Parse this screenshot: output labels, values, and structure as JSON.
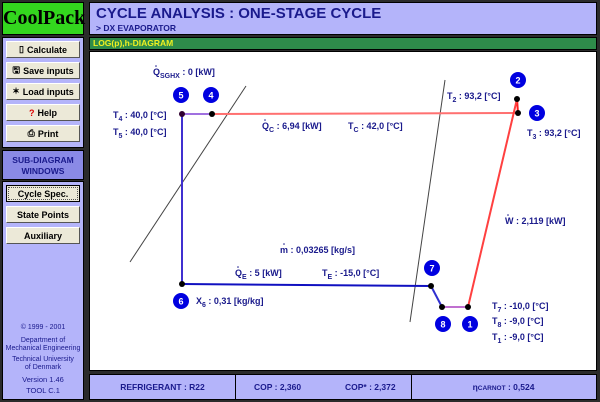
{
  "app": {
    "logo": "CoolPack"
  },
  "sidebar": {
    "buttons": [
      {
        "label": "Calculate",
        "icon": "calculator-icon"
      },
      {
        "label": "Save inputs",
        "icon": "save-icon"
      },
      {
        "label": "Load inputs",
        "icon": "load-icon"
      },
      {
        "label": "Help",
        "icon": "help-icon"
      },
      {
        "label": "Print",
        "icon": "printer-icon"
      }
    ],
    "sub_header_1": "SUB-DIAGRAM",
    "sub_header_2": "WINDOWS",
    "sub_buttons": [
      {
        "label": "Cycle Spec.",
        "selected": true
      },
      {
        "label": "State Points"
      },
      {
        "label": "Auxiliary"
      }
    ],
    "credits": [
      "© 1999 - 2001",
      "Department of",
      "Mechanical Engineering",
      "Technical University",
      "of Denmark",
      "Version 1.46",
      "TOOL C.1"
    ]
  },
  "header": {
    "title": "CYCLE ANALYSIS : ONE-STAGE CYCLE",
    "subtitle": "> DX EVAPORATOR"
  },
  "diagram": {
    "title": "LOG(p),h-DIAGRAM",
    "points": [
      "1",
      "2",
      "3",
      "4",
      "5",
      "6",
      "7",
      "8"
    ],
    "labels": {
      "qsghx": {
        "sym": "Q",
        "sub": "SGHX",
        "val": " : 0 [kW]"
      },
      "t4": {
        "sym": "T",
        "sub": "4",
        "val": " :  40,0 [°C]"
      },
      "t5": {
        "sym": "T",
        "sub": "5",
        "val": " :  40,0 [°C]"
      },
      "qc": {
        "sym": "Q",
        "sub": "C",
        "val": " : 6,94 [kW]"
      },
      "tc": {
        "sym": "T",
        "sub": "C",
        "val": " : 42,0 [°C]"
      },
      "t2": {
        "sym": "T",
        "sub": "2",
        "val": " :  93,2 [°C]"
      },
      "t3": {
        "sym": "T",
        "sub": "3",
        "val": " :  93,2 [°C]"
      },
      "w": {
        "sym": "W",
        "sub": "",
        "val": " :  2,119 [kW]"
      },
      "m": {
        "sym": "m",
        "sub": "",
        "val": " :  0,03265 [kg/s]"
      },
      "qe": {
        "sym": "Q",
        "sub": "E",
        "val": " : 5 [kW]"
      },
      "te": {
        "sym": "T",
        "sub": "E",
        "val": " : -15,0 [°C]"
      },
      "x6": {
        "sym": "X",
        "sub": "6",
        "val": " : 0,31 [kg/kg]"
      },
      "t7": {
        "sym": "T",
        "sub": "7",
        "val": " :  -10,0 [°C]"
      },
      "t8": {
        "sym": "T",
        "sub": "8",
        "val": " :  -9,0 [°C]"
      },
      "t1": {
        "sym": "T",
        "sub": "1",
        "val": " :  -9,0 [°C]"
      }
    },
    "colors": {
      "high_pressure": "#ff7070",
      "compression": "#ff2020",
      "evaporator": "#1010c0",
      "liquid": "#a070e0",
      "label": "#1a1a8c",
      "marker": "#0000e0"
    }
  },
  "status": {
    "refrigerant": "REFRIGERANT :  R22",
    "cop": "COP : 2,360",
    "cop_star": "COP* : 2,372",
    "eta_sym": "η",
    "eta_sub": "CARNOT",
    "eta_val": " :  0,524"
  }
}
